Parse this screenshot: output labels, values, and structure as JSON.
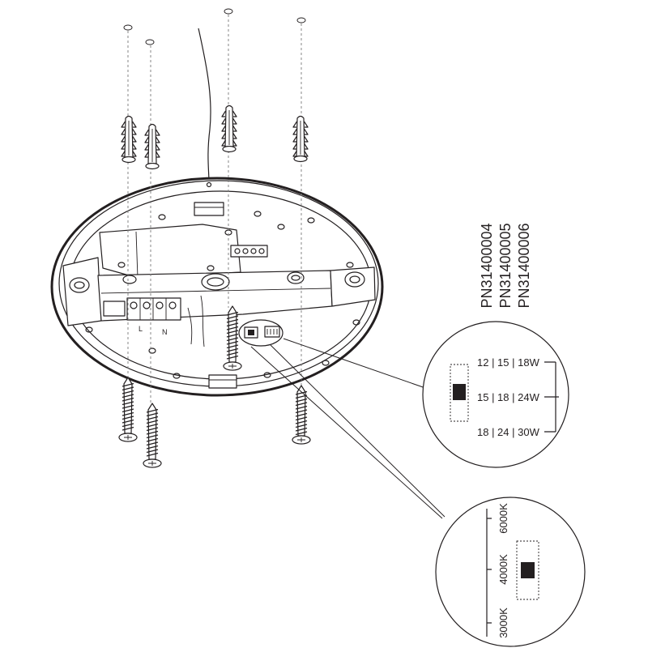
{
  "diagram": {
    "part_numbers": [
      "PN31400004",
      "PN31400005",
      "PN31400006"
    ],
    "terminal_labels": {
      "live": "L",
      "neutral": "N"
    },
    "wattage_detail": {
      "settings": [
        "12 | 15 | 18W",
        "15 | 18 | 24W",
        "18 | 24 | 30W"
      ],
      "selected_index": 1
    },
    "cct_detail": {
      "settings": [
        "6000K",
        "4000K",
        "3000K"
      ],
      "selected_index": 1
    }
  },
  "colors": {
    "line": "#231f20",
    "background": "#ffffff"
  }
}
